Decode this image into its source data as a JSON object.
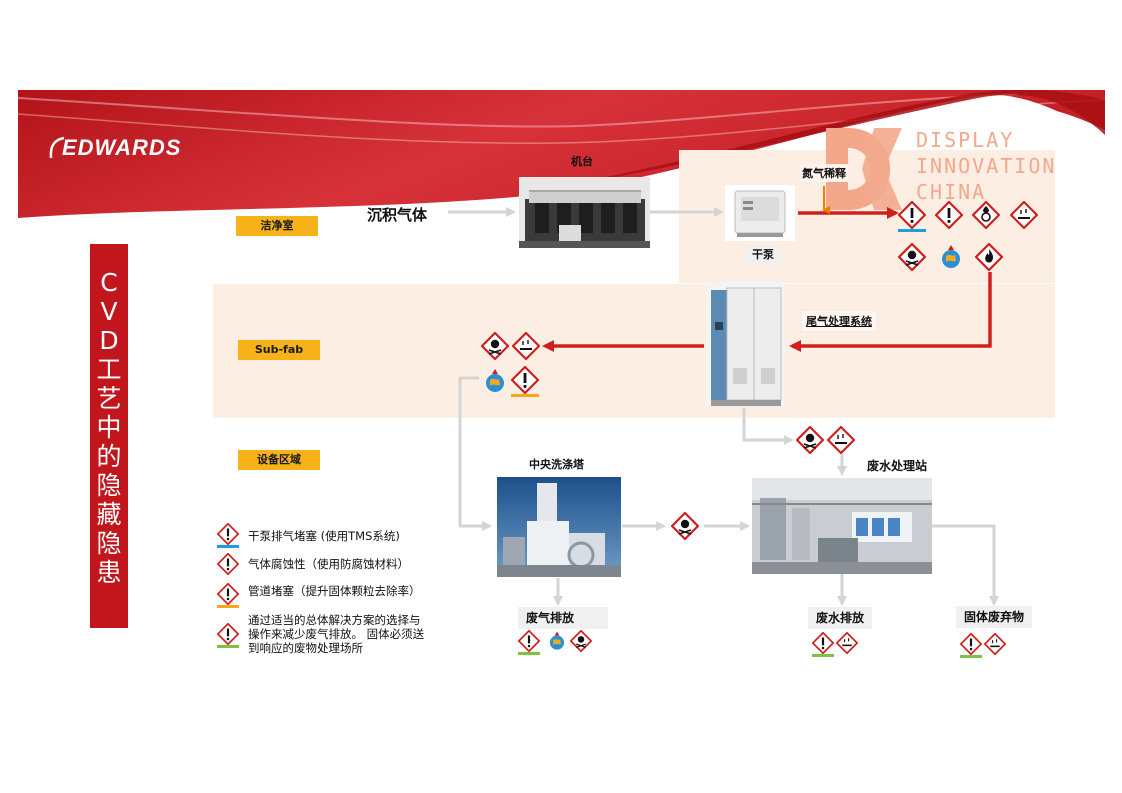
{
  "brand": {
    "logo_text": "EDWARDS"
  },
  "watermark": {
    "lines": [
      "DISPLAY",
      "INNOVATION",
      "CHINA"
    ]
  },
  "title": {
    "chars": [
      "C",
      "V",
      "D",
      "工",
      "艺",
      "中",
      "的",
      "隐",
      "藏",
      "隐",
      "患"
    ]
  },
  "zones": {
    "clean_room": "洁净室",
    "subfab": "Sub-fab",
    "equipment_area": "设备区域"
  },
  "nodes": {
    "tool": "机台",
    "deposition_gas": "沉积气体",
    "dry_pump": "干泵",
    "n2_dilution": "氮气稀释",
    "abatement": "尾气处理系统",
    "scrubber": "中央洗涤塔",
    "wastewater_plant": "废水处理站",
    "exhaust_emission": "废气排放",
    "wastewater_discharge": "废水排放",
    "solid_waste": "固体废弃物"
  },
  "legend": [
    {
      "text": "干泵排气堵塞 (使用TMS系统)",
      "bar_color": "#1aa0e0"
    },
    {
      "text": "气体腐蚀性（使用防腐蚀材料）",
      "bar_color": "#1aa0e0"
    },
    {
      "text": "管道堵塞（提升固体颗粒去除率）",
      "bar_color": "#f6a81a"
    },
    {
      "text": "通过适当的总体解决方案的选择与操作来减少废气排放。 固体必须送到响应的废物处理场所",
      "bar_color": "#7dc242"
    }
  ],
  "colors": {
    "accent_red": "#d0201e",
    "zone_fill": "#fdeee4",
    "tag_yellow": "#f7b21a",
    "arrow_gray": "#d4d4d4",
    "title_bar": "#c0161c"
  },
  "icons": [
    "exclamation-hazard-icon",
    "flammable-hazard-icon",
    "oxidizer-hazard-icon",
    "corrosive-hazard-icon",
    "toxic-skull-hazard-icon",
    "environment-hazard-icon"
  ]
}
